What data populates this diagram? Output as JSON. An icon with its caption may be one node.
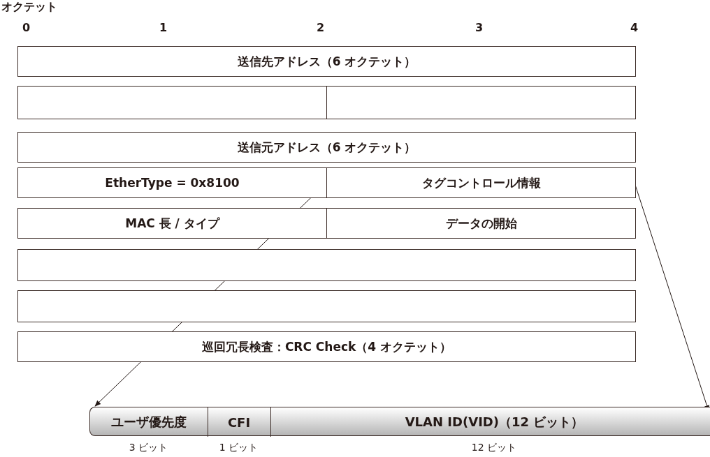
{
  "diagram": {
    "nodes": [
      {
        "text": [
          "送信先アドレス（6 オクテット）"
        ]
      },
      {
        "text": [],
        "shape": "box"
      },
      {
        "text": [],
        "shape": "box"
      },
      {
        "text": [
          "送信元アドレス（6 オクテット）"
        ]
      },
      {
        "text": [
          "EtherType = 0x8100"
        ]
      },
      {
        "text": [
          "タグコントロール情報"
        ]
      },
      {
        "text": [
          "MAC 長 / タイプ"
        ]
      },
      {
        "text": [
          "データの開始"
        ]
      },
      {
        "text": [],
        "shape": "box"
      },
      {
        "text": [],
        "shape": "box"
      },
      {
        "text": [
          "巡回冗長検査：CRC Check（4 オクテット）"
        ]
      },
      {
        "text": [],
        "shape": "bar"
      },
      {
        "text": [
          "ユーザ優先度"
        ],
        "in": 11,
        "beside": [
          "3 ビット"
        ]
      },
      {
        "text": [
          "CFI"
        ],
        "in": 11,
        "beside": [
          "1 ビット"
        ]
      },
      {
        "text": [
          "VLAN ID(VID)（12 ビット）"
        ],
        "in": 11,
        "beside": [
          "12 ビット"
        ]
      }
    ],
    "edges": [
      {
        "from": 5,
        "to": 11,
        "arrow": "to"
      },
      {
        "from": 5,
        "to": 11,
        "arrow": "to"
      }
    ],
    "labels": [
      "オクテット",
      "0",
      "1",
      "2",
      "3",
      "4"
    ]
  }
}
